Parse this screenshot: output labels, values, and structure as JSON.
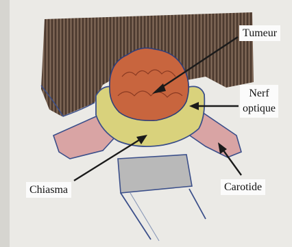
{
  "labels": {
    "tumeur": "Tumeur",
    "nerf_line1": "Nerf",
    "nerf_line2": "optique",
    "carotide": "Carotide",
    "chiasma": "Chiasma"
  },
  "colors": {
    "paper": "#eeeeec",
    "brain_hatch": "#5f4a3c",
    "tumor": "#c8643c",
    "tumor_outline": "#8a3a22",
    "chiasma_yellow": "#d8d27a",
    "carotid_pink": "#d9a0a0",
    "outline_blue": "#3b4f8a",
    "stalk_grey": "#b5b5b5",
    "arrow": "#1a1a1a"
  }
}
